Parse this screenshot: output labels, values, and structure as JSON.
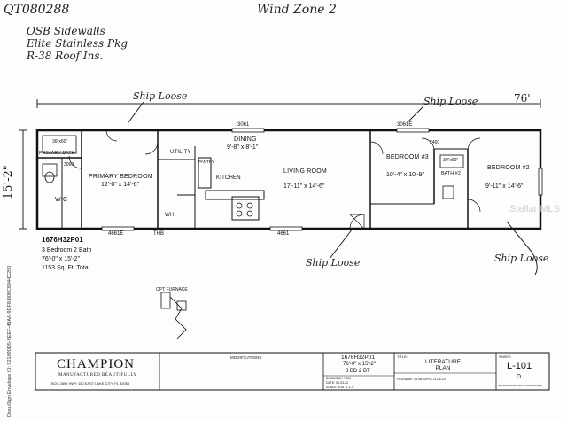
{
  "handwritten": {
    "qt_number": "QT080288",
    "wind_zone": "Wind Zone 2",
    "notes": [
      "OSB Sidewalls",
      "Elite Stainless Pkg",
      "R-38 Roof Ins."
    ],
    "ship_loose": [
      "Ship Loose",
      "Ship Loose",
      "Ship Loose",
      "Ship Loose"
    ]
  },
  "dimensions": {
    "length": "76'",
    "width": "15'-2\"",
    "d3061_top": "3061",
    "d3061e_top": "3061E",
    "d4661e_bottom": "4661E",
    "d4661_bottom": "4661",
    "thb": "THB"
  },
  "rooms": {
    "primary_bath": "PRIMARY BATH",
    "primary_bedroom": "PRIMARY BEDROOM",
    "primary_bedroom_size": "12'-0\" x 14'-6\"",
    "wic": "WIC",
    "utility": "UTILITY",
    "dining": "DINING",
    "dining_size": "9'-8\" x 8'-1\"",
    "pantry": "PANTRY",
    "kitchen": "KITCHEN",
    "living_room": "LIVING ROOM",
    "living_room_size": "17'-11\" x 14'-6\"",
    "bedroom3": "BEDROOM #3",
    "bedroom3_size": "10'-4\" x 10'-9\"",
    "bath2": "BATH #2",
    "bedroom2": "BEDROOM #2",
    "bedroom2_size": "9'-11\" x 14'-6\"",
    "wh": "WH",
    "opt_furnace": "OPT FURNACE",
    "fixture_30x60": "30\"x60\"",
    "fixture_36x60": "36\"x60\"",
    "d1": "2460",
    "d2": "3060"
  },
  "specs": {
    "model": "1676H32P01",
    "bedbath": "3 Bedroom 2 Bath",
    "dims": "76'-0\" x 15'-2\"",
    "sqft": "1153 Sq. Ft. Total"
  },
  "title_block": {
    "brand": "CHAMPION",
    "tagline": "MANUFACTURED BEAUTIFULLY",
    "address": "BOX 2897 HWY 100 EAST LAKE CITY, FL 32056",
    "modifications": "MODIFICATIONS",
    "model": "1676H32P01",
    "dims": "76'-0\" x 15'-2\"",
    "bd_bt": "3 BD 2 BT",
    "title_label": "TITLE:",
    "title": "LITERATURE PLAN",
    "sheet_label": "SHEET:",
    "sheet": "L-101",
    "rev": "D",
    "drawn_by": "DRAWN BY: RMK",
    "date": "DATE: 09-23-22",
    "scale": "SCALE: 3/16\" = 1'-0\"",
    "filename": "FILENAME: 1676H32P01 11-06-23",
    "proprietary": "PROPRIETARY AND CONFIDENTIAL"
  },
  "docusign": "DocuSign Envelope ID: 521090D5-9EEF-48AA-9DF8-808C8944C250",
  "watermark": "Stellar MLS"
}
